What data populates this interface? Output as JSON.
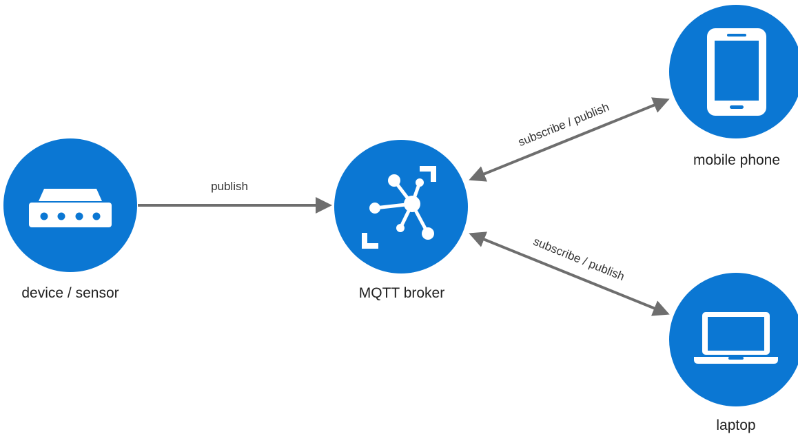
{
  "colors": {
    "node_fill": "#0b77d3",
    "icon": "#ffffff",
    "edge": "#6e6e6e",
    "text": "#1f1f1f"
  },
  "nodes": {
    "device": {
      "label": "device / sensor",
      "icon": "router-icon"
    },
    "broker": {
      "label": "MQTT broker",
      "icon": "hub-icon"
    },
    "phone": {
      "label": "mobile phone",
      "icon": "mobile-phone-icon"
    },
    "laptop": {
      "label": "laptop",
      "icon": "laptop-icon"
    }
  },
  "edges": {
    "device_broker": {
      "label": "publish",
      "direction": "one-way"
    },
    "broker_phone": {
      "label": "subscribe / publish",
      "direction": "two-way"
    },
    "broker_laptop": {
      "label": "subscribe / publish",
      "direction": "two-way"
    }
  }
}
